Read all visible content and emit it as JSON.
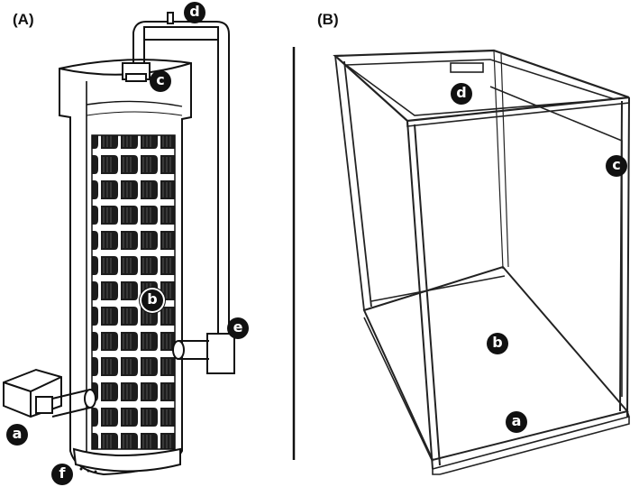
{
  "panels": [
    {
      "label": "(A)",
      "markers": [
        "a",
        "b",
        "c",
        "d",
        "e",
        "f"
      ]
    },
    {
      "label": "(B)",
      "markers": [
        "a",
        "b",
        "c",
        "d"
      ]
    }
  ],
  "colors": {
    "line": "#111111",
    "background": "#ffffff",
    "bubble": "#1c1c1c"
  }
}
